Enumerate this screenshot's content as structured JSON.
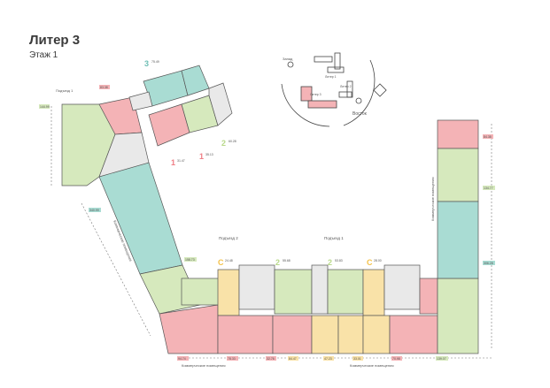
{
  "header": {
    "title": "Литер 3",
    "subtitle": "Этаж 1"
  },
  "compass": {
    "west": "Запад",
    "east": "Восток",
    "sections": [
      "Литер 1",
      "Литер 2",
      "Литер 3"
    ]
  },
  "plan_labels": {
    "entrance_1_top": "Подъезд 1",
    "entrance_2": "Подъезд 2",
    "entrance_1": "Подъезд 1",
    "commercial_left_vertical": "Коммерческие помещения",
    "commercial_right_vertical": "Коммерческие помещения",
    "commercial_bottom_left": "Коммерческие помещения",
    "commercial_bottom_right": "Коммерческие помещения"
  },
  "units": [
    {
      "type": "3",
      "area": "75.49",
      "color": "#6fbfb5"
    },
    {
      "type": "2",
      "area": "60.28",
      "color": "#b9d98a"
    },
    {
      "type": "1",
      "area": "31.47",
      "color": "#ef7f86"
    },
    {
      "type": "1",
      "area": "35.13",
      "color": "#ef7f86"
    },
    {
      "type": "C",
      "area": "24.48",
      "color": "#f4c24a"
    },
    {
      "type": "2",
      "area": "55.68",
      "color": "#b9d98a"
    },
    {
      "type": "2",
      "area": "53.83",
      "color": "#b9d98a"
    },
    {
      "type": "C",
      "area": "28.00",
      "color": "#f4c24a"
    }
  ],
  "commercial_areas": [
    {
      "value": "144.99",
      "color": "#d6e9bd"
    },
    {
      "value": "83.38",
      "color": "#f4b3b6"
    },
    {
      "value": "340.99",
      "color": "#a9dcd3"
    },
    {
      "value": "158.73",
      "color": "#d6e9bd"
    },
    {
      "value": "94.74",
      "color": "#f4b3b6"
    },
    {
      "value": "78.33",
      "color": "#f4b3b6"
    },
    {
      "value": "32.76",
      "color": "#f4b3b6"
    },
    {
      "value": "84.47",
      "color": "#f9e2a8"
    },
    {
      "value": "47.23",
      "color": "#f9e2a8"
    },
    {
      "value": "33.01",
      "color": "#f9e2a8"
    },
    {
      "value": "70.98",
      "color": "#f4b3b6"
    },
    {
      "value": "139.07",
      "color": "#d6e9bd"
    },
    {
      "value": "84.38",
      "color": "#f4b3b6"
    },
    {
      "value": "134.77",
      "color": "#d6e9bd"
    },
    {
      "value": "306.28",
      "color": "#a9dcd3"
    }
  ]
}
